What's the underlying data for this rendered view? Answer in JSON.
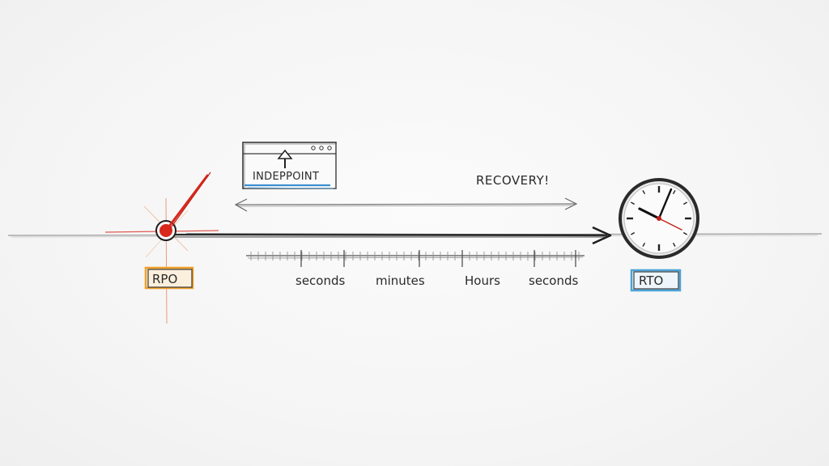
{
  "diagram": {
    "window_label": "INDEPPOINT",
    "recovery_label": "RECOVERY!",
    "rpo_label": "RPO",
    "rto_label": "RTO",
    "scale_labels": [
      "seconds",
      "minutes",
      "Hours",
      "seconds"
    ]
  },
  "colors": {
    "ink": "#2a2a2a",
    "rpo_red": "#d8281c",
    "rpo_box_orange": "#f0a02a",
    "rto_box_blue": "#4ba3d8",
    "window_blue": "#3c8fd0"
  },
  "icons": {
    "rpo_marker": "gauge-needle-icon",
    "rto_marker": "clock-icon",
    "window_arrow": "up-arrow-icon"
  }
}
